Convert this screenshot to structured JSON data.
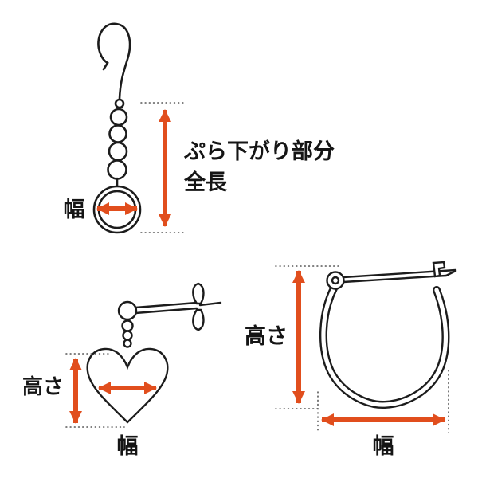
{
  "colors": {
    "arrow": "#e14e1d",
    "line": "#1c1c1c",
    "dotted": "#555555"
  },
  "figures": {
    "dangle": {
      "labels": {
        "width": "幅",
        "length_line1": "ぷら下がり部分",
        "length_line2": "全長"
      }
    },
    "heart_stud": {
      "labels": {
        "height": "高さ",
        "width": "幅"
      }
    },
    "hoop": {
      "labels": {
        "height": "高さ",
        "width": "幅"
      }
    }
  }
}
